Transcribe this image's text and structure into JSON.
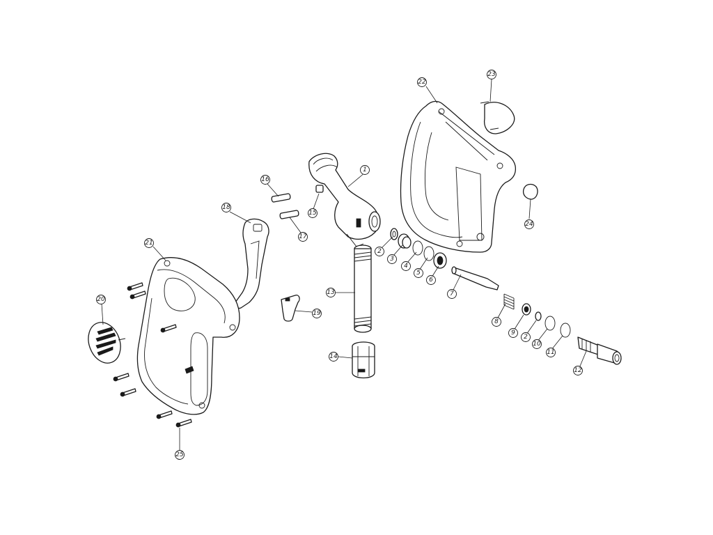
{
  "colors": {
    "background": "#ffffff",
    "line": "#1a1a1a"
  },
  "callouts": [
    "1",
    "2",
    "3",
    "4",
    "5",
    "6",
    "7",
    "8",
    "9",
    "2",
    "10",
    "11",
    "12",
    "13",
    "14",
    "15",
    "16",
    "17",
    "18",
    "19",
    "20",
    "21",
    "22",
    "23",
    "24",
    "25"
  ]
}
